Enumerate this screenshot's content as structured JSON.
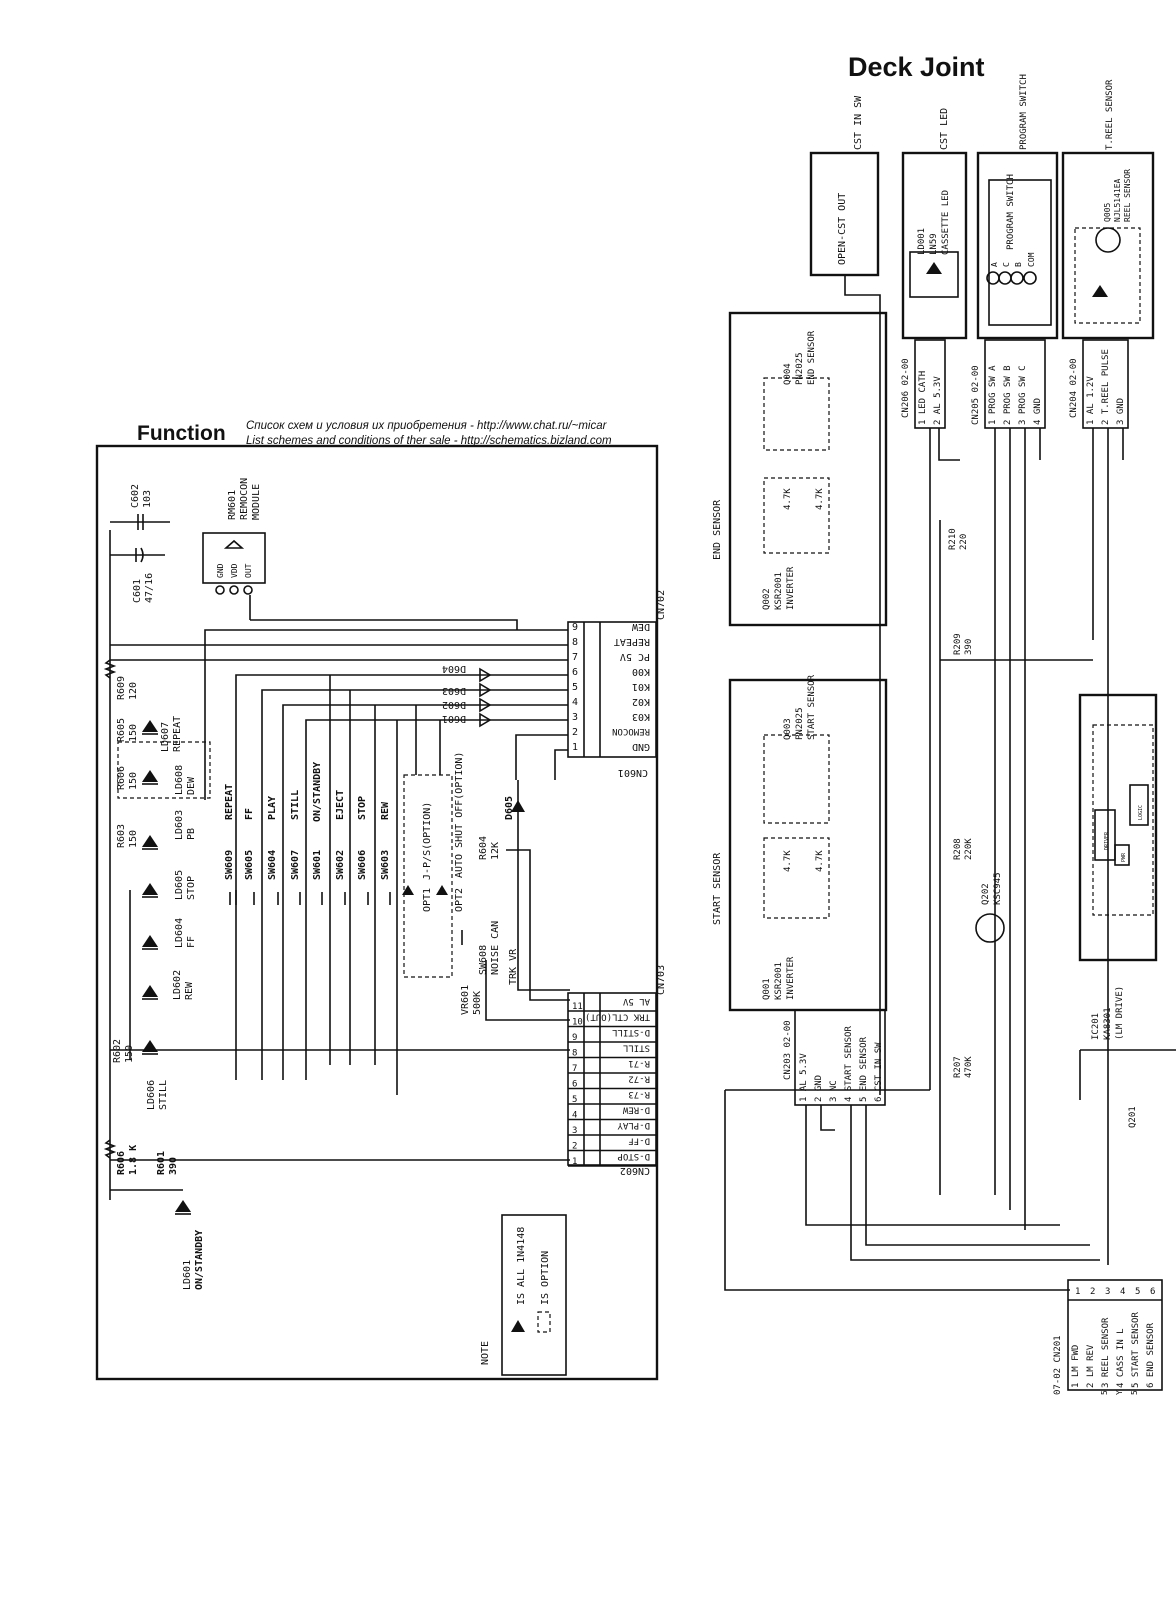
{
  "titles": {
    "deck": "Deck Joint",
    "function": "Function"
  },
  "source_notes": {
    "ru": "Список схем и условия их приобретения - http://www.chat.ru/~micar",
    "en": "List schemes and conditions of ther sale - http://schematics.bizland.com"
  },
  "function_board": {
    "caps": [
      {
        "ref": "C602",
        "value": "103"
      },
      {
        "ref": "C601",
        "value": "47/16"
      }
    ],
    "remocon": {
      "ref": "RM601",
      "line1": "REMOCON",
      "line2": "MODULE",
      "pins": [
        "GND",
        "VDD",
        "OUT"
      ]
    },
    "resistors": [
      {
        "ref": "R609",
        "value": "120"
      },
      {
        "ref": "R605",
        "value": "150"
      },
      {
        "ref": "R606",
        "value": "150"
      },
      {
        "ref": "R603",
        "value": "150"
      },
      {
        "ref": "R602",
        "value": "150"
      },
      {
        "ref": "R606",
        "value": "1.8 K"
      },
      {
        "ref": "R601",
        "value": "390"
      },
      {
        "ref": "R604",
        "value": "12K"
      }
    ],
    "leds": [
      {
        "ref": "LD607",
        "label": "REPEAT"
      },
      {
        "ref": "LD608",
        "label": "DEW"
      },
      {
        "ref": "LD603",
        "label": "PB"
      },
      {
        "ref": "LD605",
        "label": "STOP"
      },
      {
        "ref": "LD604",
        "label": "FF"
      },
      {
        "ref": "LD602",
        "label": "REW"
      },
      {
        "ref": "LD606",
        "label": "STILL"
      },
      {
        "ref": "LD601",
        "label": "ON/STANDBY"
      }
    ],
    "switches": [
      {
        "ref": "SW609",
        "label": "REPEAT"
      },
      {
        "ref": "SW605",
        "label": "FF"
      },
      {
        "ref": "SW604",
        "label": "PLAY"
      },
      {
        "ref": "SW607",
        "label": "STILL"
      },
      {
        "ref": "SW601",
        "label": "ON/STANDBY"
      },
      {
        "ref": "SW602",
        "label": "EJECT"
      },
      {
        "ref": "SW606",
        "label": "STOP"
      },
      {
        "ref": "SW603",
        "label": "REW"
      }
    ],
    "options": {
      "jp": "J-P/S(OPTION)",
      "opt1": "OPT1",
      "opt2": "OPT2",
      "auto_shut": "AUTO SHUT OFF(OPTION)",
      "sw608": "SW608",
      "noise": "NOISE CAN",
      "vr601": "VR601",
      "vr_val": "500K",
      "trk": "TRK VR"
    },
    "diodes": [
      "D604",
      "D603",
      "D602",
      "D601",
      "D605"
    ],
    "cn702": {
      "ref": "CN702",
      "pins": [
        "9",
        "8",
        "7",
        "6",
        "5",
        "4",
        "3",
        "2",
        "1"
      ],
      "signals": [
        "DEW",
        "REPEAT",
        "PC 5V",
        "K00",
        "K01",
        "K02",
        "K03",
        "REMOCON",
        "GND"
      ]
    },
    "cn601": "CN601",
    "cn703": {
      "ref": "CN703",
      "pins": [
        "11",
        "10",
        "9",
        "8",
        "7",
        "6",
        "5",
        "4",
        "3",
        "2",
        "1"
      ],
      "signals": [
        "AL 5V",
        "TRK CTL(OUT)",
        "D-STILL",
        "STILL",
        "R-71",
        "R-72",
        "R-73",
        "D-REW",
        "D-PLAY",
        "D-FF",
        "D-STOP"
      ]
    },
    "cn602": "CN602",
    "note": {
      "title": "NOTE",
      "line1": "IS ALL 1N4148",
      "line2": "IS OPTION"
    }
  },
  "deck_joint": {
    "top_labels": [
      "CST IN SW",
      "CST LED",
      "PROGRAM SWITCH",
      "T.REEL SENSOR"
    ],
    "open_cst": "OPEN-CST OUT",
    "ld001": {
      "ref": "LD001",
      "part": "LN59",
      "label": "CASSETTE LED"
    },
    "program_switch": {
      "title": "PROGRAM SWITCH",
      "pins": [
        "A",
        "C",
        "B",
        "COM"
      ]
    },
    "q005": {
      "ref": "Q005",
      "part": "NJL5141EA",
      "label": "REEL SENSOR"
    },
    "cn206": {
      "ref": "CN206 02-00",
      "rows": [
        "1 LED CATH",
        "2 AL 5.3V"
      ]
    },
    "cn205": {
      "ref": "CN205 02-00",
      "rows": [
        "1 PROG SW A",
        "2 PROG SW B",
        "3 PROG SW C",
        "4 GND"
      ]
    },
    "cn204": {
      "ref": "CN204 02-00",
      "rows": [
        "1 AL 1.2V",
        "2 T.REEL PULSE",
        "3 GND"
      ]
    },
    "end_sensor": {
      "heading": "END SENSOR",
      "q004": {
        "ref": "Q004",
        "part": "PN2025",
        "label": "END SENSOR"
      },
      "q002": {
        "ref": "Q002",
        "part": "KSR2001",
        "label": "INVERTER"
      },
      "r1": "4.7K",
      "r2": "4.7K"
    },
    "start_sensor": {
      "heading": "START SENSOR",
      "q003": {
        "ref": "Q003",
        "part": "PN2025",
        "label": "START SENSOR"
      },
      "q001": {
        "ref": "Q001",
        "part": "KSR2001",
        "label": "INVERTER"
      },
      "r1": "4.7K",
      "r2": "4.7K"
    },
    "cn203": {
      "ref": "CN203 02-00",
      "rows": [
        "1 AL 5.3V",
        "2 GND",
        "3 NC",
        "4 START SENSOR",
        "5 END SENSOR",
        "6 CST IN SW"
      ]
    },
    "resistors": [
      {
        "ref": "R210",
        "value": "220"
      },
      {
        "ref": "R209",
        "value": "390"
      },
      {
        "ref": "R208",
        "value": "220K"
      },
      {
        "ref": "R207",
        "value": "470K"
      }
    ],
    "q202": {
      "ref": "Q202",
      "part": "KSC945"
    },
    "ic201": {
      "ref": "IC201",
      "part": "KA8301",
      "label": "(LM DRIVE)"
    },
    "ic_inner": [
      "DRIVER",
      "LOGIC",
      "PWR"
    ],
    "q201": "Q201",
    "cn201": {
      "ref": "07-02 CN201",
      "rows": [
        "1 LM FWD",
        "2 LM REV",
        "3 REEL SENSOR",
        "4 CASS IN L",
        "5 START SENSOR",
        "6 END SENSOR"
      ],
      "pins": [
        "1",
        "2",
        "3",
        "4",
        "5",
        "6"
      ],
      "side": [
        "5",
        "Y",
        "5"
      ]
    }
  }
}
